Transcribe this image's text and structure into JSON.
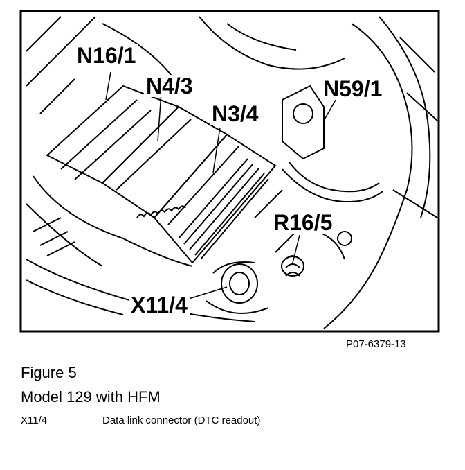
{
  "figure_id": "P07-6379-13",
  "callouts": {
    "n16_1": "N16/1",
    "n4_3": "N4/3",
    "n3_4": "N3/4",
    "n59_1": "N59/1",
    "r16_5": "R16/5",
    "x11_4": "X11/4"
  },
  "caption": {
    "figure": "Figure 5",
    "model": "Model 129 with HFM"
  },
  "legend": [
    {
      "code": "X11/4",
      "description": "Data link connector (DTC readout)"
    }
  ]
}
